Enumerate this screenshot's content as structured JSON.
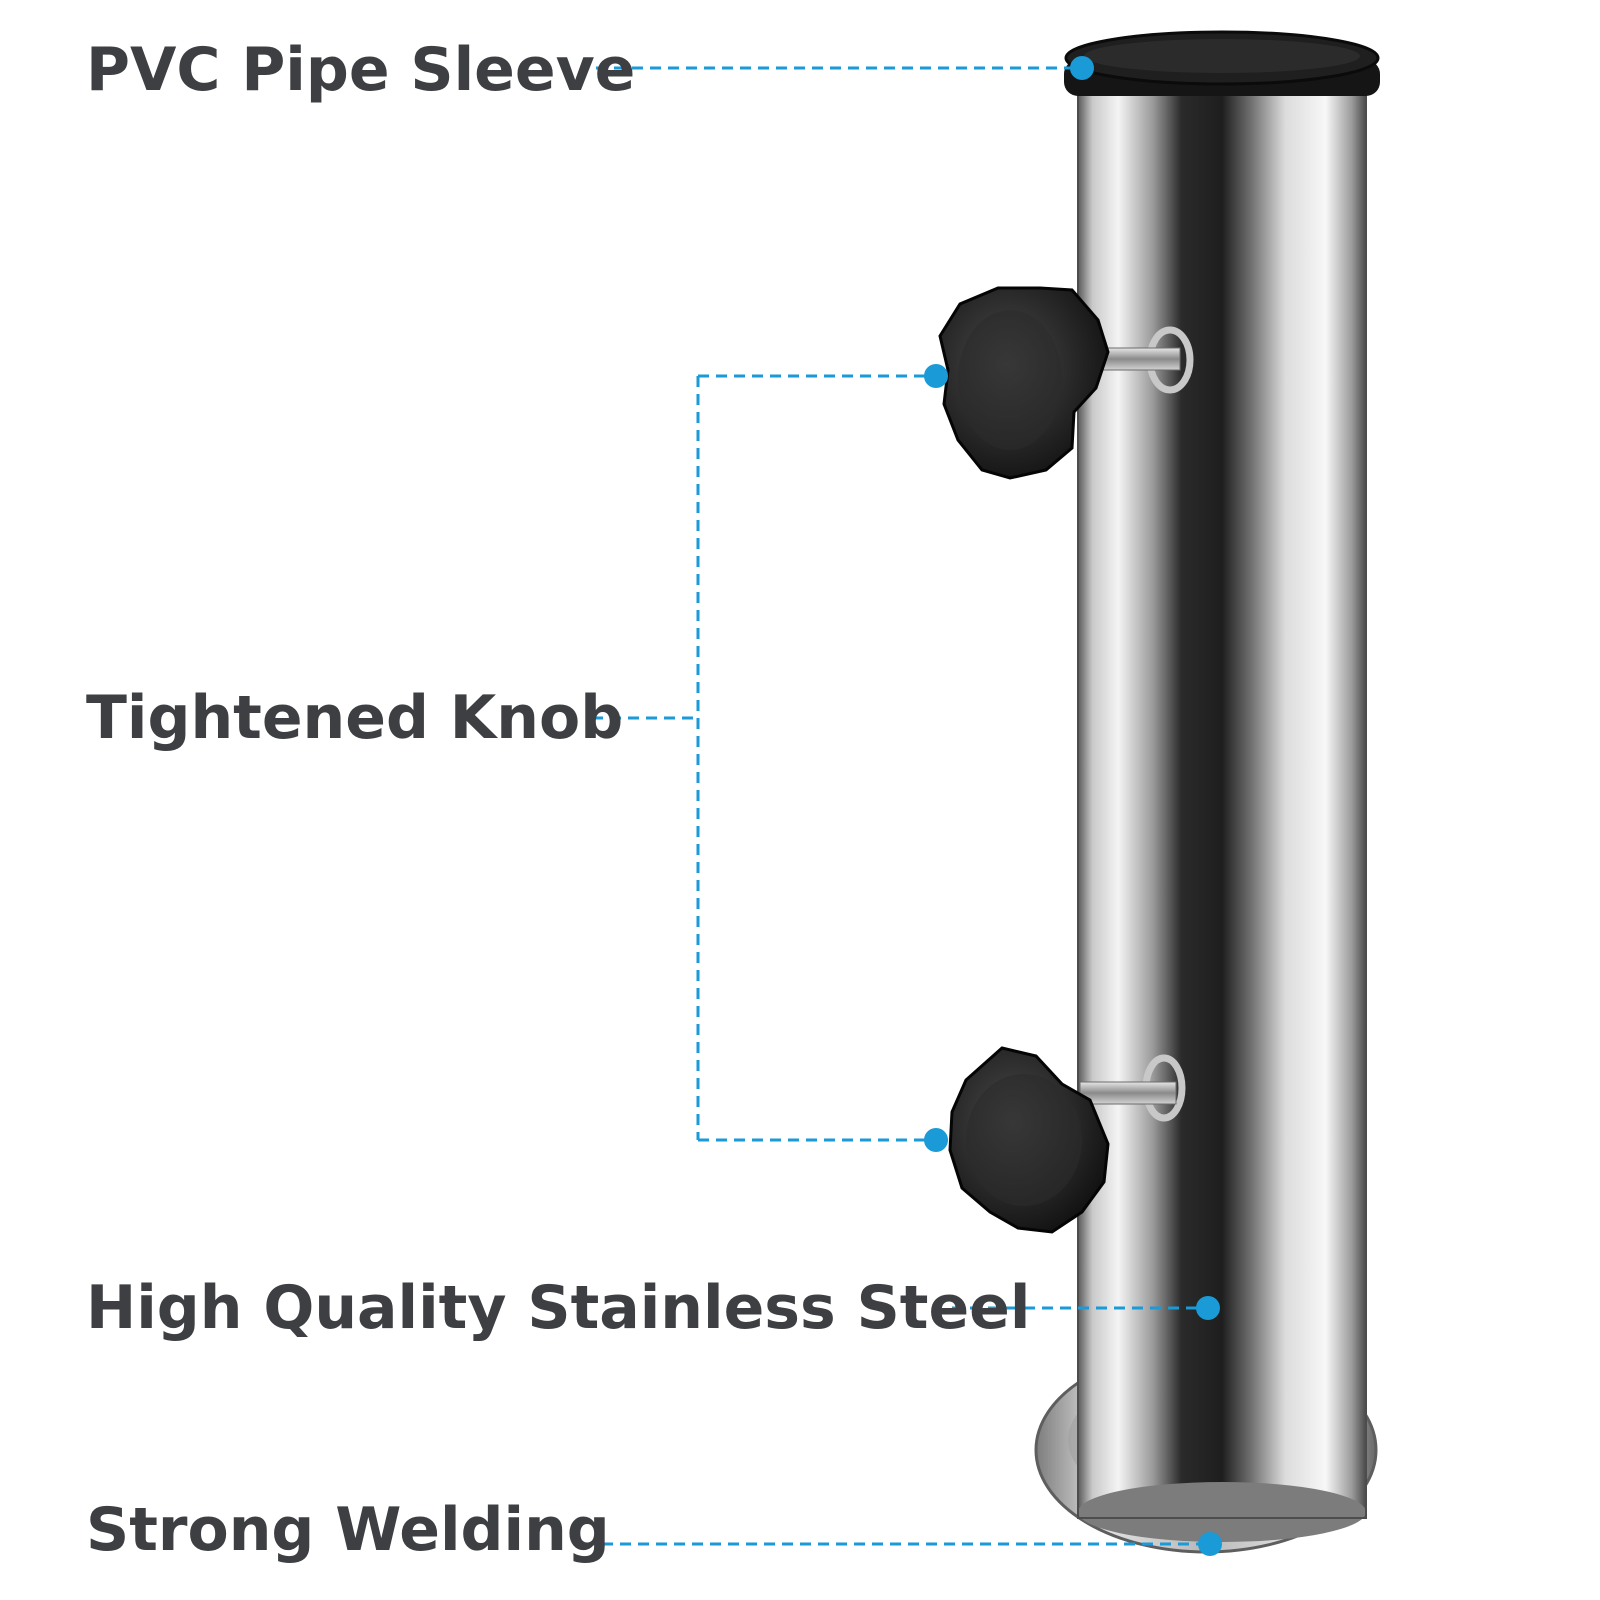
{
  "labels": {
    "pvc_pipe_sleeve": "PVC Pipe Sleeve",
    "tightened_knob": "Tightened Knob",
    "stainless_steel": "High Quality Stainless Steel",
    "strong_welding": "Strong Welding"
  },
  "colors": {
    "label_text": "#3d3f42",
    "callout": "#1a9ad6",
    "knob": "#1b1b1b",
    "steel_light": "#e9e9e9",
    "steel_dark": "#2a2a2a",
    "cap": "#141414",
    "background": "#ffffff"
  },
  "icons": {
    "callout_dot": "filled-circle",
    "knob": "star-knob"
  }
}
